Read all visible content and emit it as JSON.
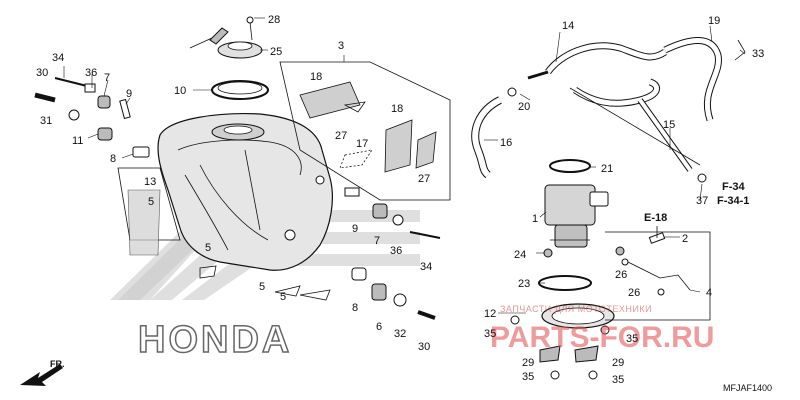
{
  "diagram": {
    "brand_text": "HONDA",
    "watermark": {
      "site": "PARTS-FOR.RU",
      "tagline": "ЗАПЧАСТИ ДЛЯ МОТОТЕХНИКИ"
    },
    "code": "MFJAF1400",
    "front_label": "FR.",
    "refs": {
      "e18": "E-18",
      "f34": "F-34",
      "f341": "F-34-1"
    },
    "callouts": {
      "c1": "1",
      "c2": "2",
      "c3": "3",
      "c4": "4",
      "c5a": "5",
      "c5b": "5",
      "c5c": "5",
      "c5d": "5",
      "c6": "6",
      "c7a": "7",
      "c7b": "7",
      "c8a": "8",
      "c8b": "8",
      "c9a": "9",
      "c9b": "9",
      "c10": "10",
      "c11": "11",
      "c12": "12",
      "c13": "13",
      "c14": "14",
      "c15": "15",
      "c16": "16",
      "c17": "17",
      "c18a": "18",
      "c18b": "18",
      "c19": "19",
      "c20": "20",
      "c21": "21",
      "c23": "23",
      "c24": "24",
      "c25": "25",
      "c26a": "26",
      "c26b": "26",
      "c27a": "27",
      "c27b": "27",
      "c28": "28",
      "c29a": "29",
      "c29b": "29",
      "c30a": "30",
      "c30b": "30",
      "c31": "31",
      "c32": "32",
      "c33": "33",
      "c34a": "34",
      "c34b": "34",
      "c35a": "35",
      "c35b": "35",
      "c35c": "35",
      "c35d": "35",
      "c36a": "36",
      "c36b": "36",
      "c37": "37"
    }
  }
}
